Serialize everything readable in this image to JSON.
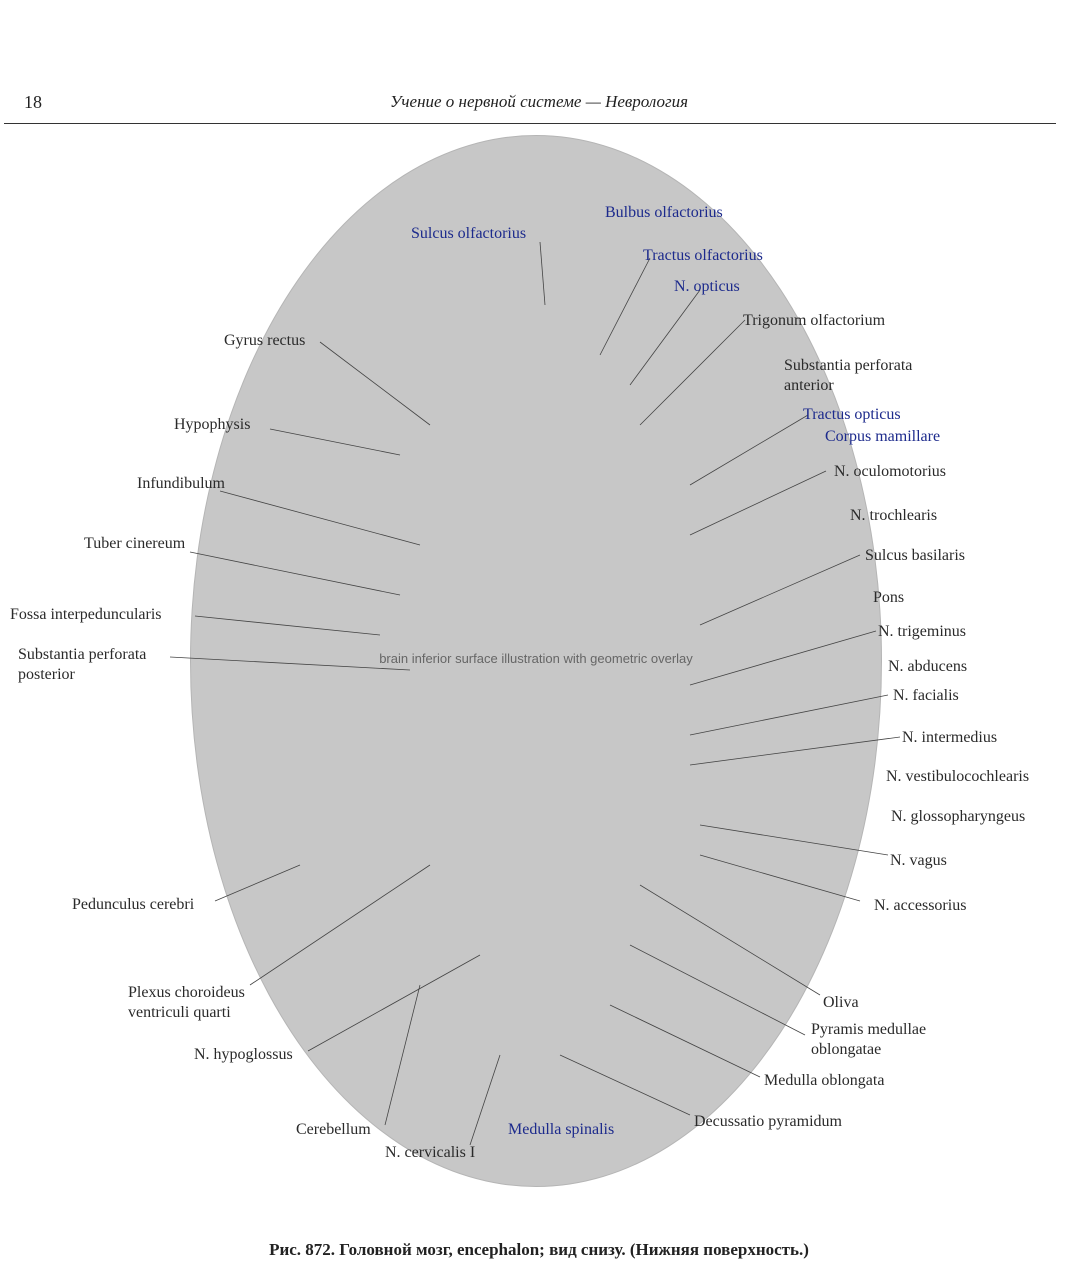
{
  "page": {
    "number": "18",
    "running_head": "Учение о нервной системе — Неврология"
  },
  "figure": {
    "image_label": "brain inferior surface illustration with geometric overlay",
    "labels": {
      "bulbus_olfactorius": "Bulbus olfactorius",
      "sulcus_olfactorius": "Sulcus olfactorius",
      "tractus_olfactorius": "Tractus olfactorius",
      "n_opticus": "N. opticus",
      "trigonum_olfactorium": "Trigonum olfactorium",
      "gyrus_rectus": "Gyrus rectus",
      "substantia_perforata_anterior_1": "Substantia perforata",
      "substantia_perforata_anterior_2": "anterior",
      "tractus_opticus": "Tractus opticus",
      "hypophysis": "Hypophysis",
      "corpus_mamillare": "Corpus mamillare",
      "n_oculomotorius": "N. oculomotorius",
      "infundibulum": "Infundibulum",
      "n_trochlearis": "N. trochlearis",
      "tuber_cinereum": "Tuber cinereum",
      "sulcus_basilaris": "Sulcus basilaris",
      "pons": "Pons",
      "fossa_interpeduncularis": "Fossa interpeduncularis",
      "n_trigeminus": "N. trigeminus",
      "substantia_perforata_posterior_1": "Substantia perforata",
      "substantia_perforata_posterior_2": "posterior",
      "n_abducens": "N. abducens",
      "n_facialis": "N. facialis",
      "n_intermedius": "N. intermedius",
      "n_vestibulocochlearis": "N. vestibulocochlearis",
      "n_glossopharyngeus": "N. glossopharyngeus",
      "n_vagus": "N. vagus",
      "pedunculus_cerebri": "Pedunculus cerebri",
      "n_accessorius": "N. accessorius",
      "plexus_choroideus_1": "Plexus choroideus",
      "plexus_choroideus_2": "ventriculi quarti",
      "oliva": "Oliva",
      "pyramis_1": "Pyramis medullae",
      "pyramis_2": "oblongatae",
      "n_hypoglossus": "N. hypoglossus",
      "medulla_oblongata": "Medulla oblongata",
      "decussatio_pyramidum": "Decussatio pyramidum",
      "cerebellum": "Cerebellum",
      "medulla_spinalis": "Medulla spinalis",
      "n_cervicalis_i": "N. cervicalis I"
    }
  },
  "caption": "Рис. 872. Головной мозг, encephalon; вид снизу. (Нижняя поверхность.)"
}
